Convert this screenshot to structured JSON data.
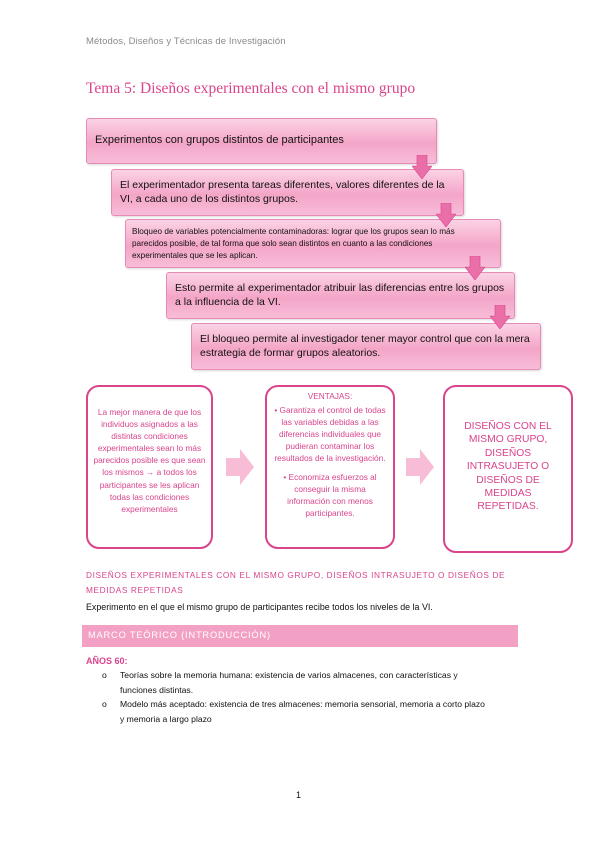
{
  "header": {
    "course": "Métodos, Diseños y Técnicas de Investigación"
  },
  "title": "Tema 5: Diseños experimentales con el mismo grupo",
  "flow_steps": [
    "Experimentos con grupos distintos de participantes",
    "El experimentador presenta tareas diferentes, valores diferentes de la VI, a cada uno de los distintos grupos.",
    "Bloqueo de variables potencialmente contaminadoras: lograr que los grupos sean lo más parecidos posible, de tal forma que solo sean distintos en cuanto a las condiciones experimentales que se les aplican.",
    "Esto permite al experimentador atribuir las diferencias entre los grupos a la influencia de la VI.",
    "El bloqueo permite al investigador tener mayor control que con la mera estrategia de formar grupos aleatorios."
  ],
  "cards": {
    "left_text": "La mejor manera de que los individuos asignados a las distintas condiciones experimentales sean lo más parecidos posible es que sean los mismos → a todos los participantes se les aplican todas las condiciones experimentales",
    "ventajas_title": "VENTAJAS:",
    "ventajas_items": [
      "• Garantiza el control de todas las variables debidas a las diferencias individuales que pudieran contaminar los resultados de la investigación.",
      "• Economiza esfuerzos al conseguir la misma información con menos participantes."
    ],
    "right_text": "DISEÑOS CON EL MISMO GRUPO, DISEÑOS INTRASUJETO O DISEÑOS DE MEDIDAS REPETIDAS."
  },
  "section_heading": "DISEÑOS EXPERIMENTALES CON EL MISMO GRUPO, DISEÑOS INTRASUJETO O DISEÑOS DE MEDIDAS REPETIDAS",
  "definition": "Experimento en el que el mismo grupo de participantes recibe todos los niveles de la VI.",
  "marco": {
    "band_title": "MARCO TEÓRICO (INTRODUCCIÓN)",
    "years_label": "AÑOS 60:",
    "bullets": [
      {
        "marker": "o",
        "line1": "Teorías sobre la memoria humana: existencia de varios almacenes, con características y",
        "line2": "funciones distintas."
      },
      {
        "marker": "o",
        "line1": "Modelo más aceptado: existencia de tres almacenes: memoria sensorial, memoria a corto plazo",
        "line2": "y memoria a largo plazo"
      }
    ]
  },
  "page_number": "1",
  "colors": {
    "accent": "#d9448c",
    "step_fill": "#f4a5c8",
    "band": "#f3a0c5",
    "arrow": "#ea6fa9"
  }
}
